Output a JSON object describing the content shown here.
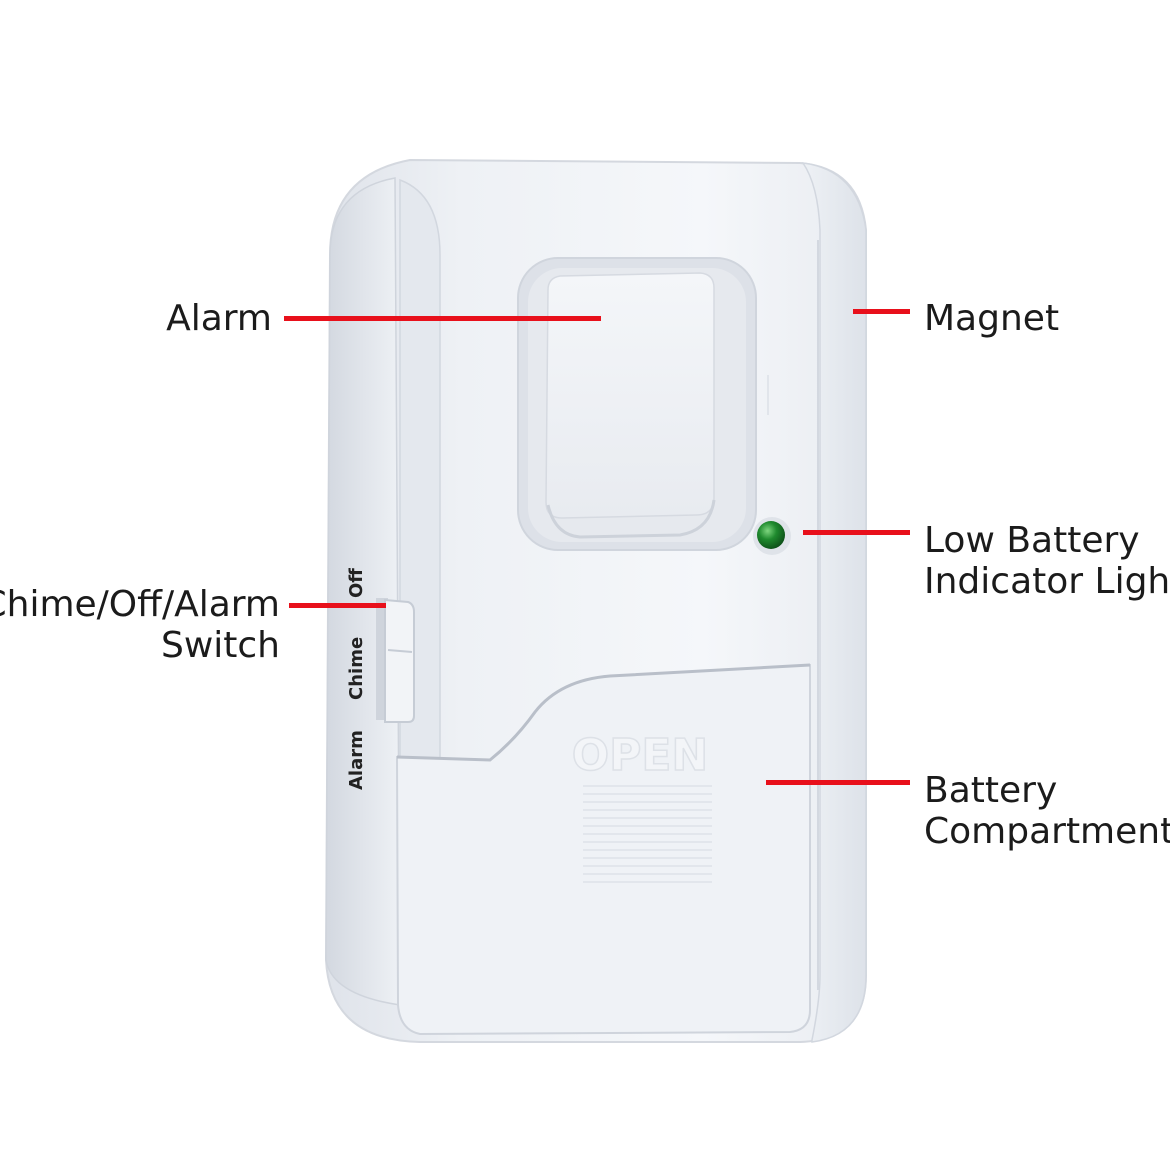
{
  "accent_color": "#e8101b",
  "device": {
    "icon": "door-window-alarm-device",
    "switch_positions": [
      "Alarm",
      "Chime",
      "Off"
    ],
    "cover_text": "OPEN",
    "indicator_color": "#1f8a2e"
  },
  "callouts": {
    "alarm": {
      "lines": [
        "Alarm"
      ]
    },
    "magnet": {
      "lines": [
        "Magnet"
      ]
    },
    "low_battery": {
      "lines": [
        "Low Battery",
        "Indicator Light"
      ]
    },
    "switch": {
      "lines": [
        "Chime/Off/Alarm",
        "Switch"
      ]
    },
    "battery": {
      "lines": [
        "Battery",
        "Compartment"
      ]
    }
  }
}
